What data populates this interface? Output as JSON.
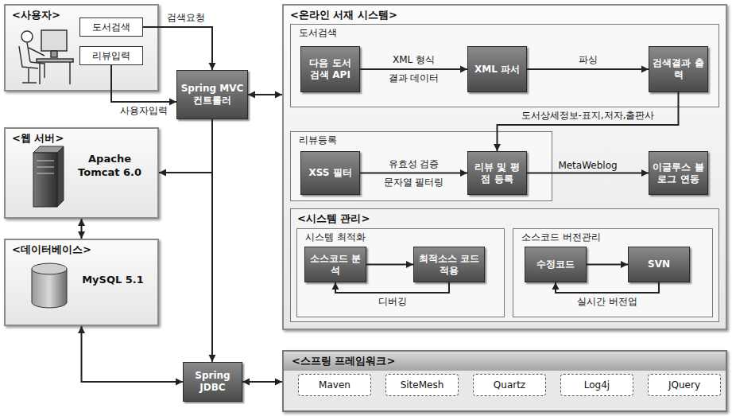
{
  "diagram": {
    "nodes": [
      {
        "text": [
          "<사용자>"
        ]
      },
      {
        "text": [
          "도서검색"
        ],
        "in": 0
      },
      {
        "text": [
          "리뷰입력"
        ],
        "in": 0
      },
      {
        "text": [
          "Spring MVC 컨트롤러"
        ]
      },
      {
        "text": [
          "<웹 서버>",
          "Apache Tomcat 6.0"
        ]
      },
      {
        "text": [
          "<데이터베이스>",
          "MySQL 5.1"
        ]
      },
      {
        "text": [
          "Spring JDBC"
        ]
      },
      {
        "text": [
          "<온라인 서재 시스템>"
        ]
      },
      {
        "text": [
          "도서검색"
        ],
        "in": 7
      },
      {
        "text": [
          "다음 도서 검색 API"
        ],
        "in": 8
      },
      {
        "text": [
          "XML 파서"
        ],
        "in": 8
      },
      {
        "text": [
          "검색결과 출력"
        ],
        "in": 8
      },
      {
        "text": [
          "리뷰등록"
        ],
        "in": 7
      },
      {
        "text": [
          "XSS 필터"
        ],
        "in": 12
      },
      {
        "text": [
          "리뷰 및 평점 등록"
        ],
        "in": 12
      },
      {
        "text": [
          "이글루스 블로그 연동"
        ],
        "in": 7
      },
      {
        "text": [
          "<시스템 관리>"
        ],
        "in": 7
      },
      {
        "text": [
          "시스템 최적화"
        ],
        "in": 16
      },
      {
        "text": [
          "소스코드 분석"
        ],
        "in": 17
      },
      {
        "text": [
          "최적소스 코드 적용"
        ],
        "in": 17
      },
      {
        "text": [
          "소스코드 버전관리"
        ],
        "in": 16
      },
      {
        "text": [
          "수정코드"
        ],
        "in": 20
      },
      {
        "text": [
          "SVN"
        ],
        "in": 20
      },
      {
        "text": [
          "<스프링 프레임워크>"
        ]
      },
      {
        "text": [
          "Maven"
        ],
        "in": 23
      },
      {
        "text": [
          "SiteMesh"
        ],
        "in": 23
      },
      {
        "text": [
          "Quartz"
        ],
        "in": 23
      },
      {
        "text": [
          "Log4j"
        ],
        "in": 23
      },
      {
        "text": [
          "JQuery"
        ],
        "in": 23
      }
    ],
    "edges": [
      {
        "from": 1,
        "to": 3,
        "label": "검색요청",
        "arrow": "to"
      },
      {
        "from": 2,
        "to": 3,
        "label": "사용자입력",
        "arrow": "to"
      },
      {
        "from": 3,
        "to": 7,
        "arrow": "both"
      },
      {
        "from": 3,
        "to": 4,
        "arrow": "to"
      },
      {
        "from": 3,
        "to": 6,
        "arrow": "to"
      },
      {
        "from": 4,
        "to": 5,
        "arrow": "both"
      },
      {
        "from": 5,
        "to": 6,
        "arrow": "both"
      },
      {
        "from": 6,
        "to": 23,
        "arrow": "both"
      },
      {
        "from": 9,
        "to": 10,
        "label": "XML 형식",
        "arrow": "to"
      },
      {
        "from": 10,
        "to": 11,
        "label": "파싱",
        "arrow": "to"
      },
      {
        "from": 11,
        "to": 14,
        "label": "도서상세정보-표지,저자,출판사",
        "arrow": "to"
      },
      {
        "from": 13,
        "to": 14,
        "label": "유효성 검증",
        "arrow": "to"
      },
      {
        "from": 14,
        "to": 15,
        "label": "MetaWeblog",
        "arrow": "to"
      },
      {
        "from": 18,
        "to": 19,
        "arrow": "to"
      },
      {
        "from": 19,
        "to": 18,
        "label": "디버깅",
        "arrow": "to"
      },
      {
        "from": 21,
        "to": 22,
        "arrow": "to"
      },
      {
        "from": 22,
        "to": 21,
        "label": "실시간 버전업",
        "arrow": "to"
      }
    ],
    "labels": [
      "결과 데이터",
      "문자열 필터링"
    ]
  }
}
